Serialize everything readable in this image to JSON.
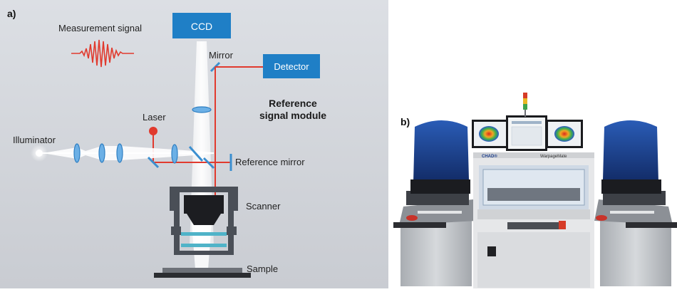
{
  "panel_a": {
    "label": "a)",
    "measurement_signal": "Measurement signal",
    "ccd": "CCD",
    "mirror": "Mirror",
    "detector": "Detector",
    "reference_module_line1": "Reference",
    "reference_module_line2": "signal module",
    "laser": "Laser",
    "illuminator": "Illuminator",
    "reference_mirror": "Reference mirror",
    "scanner": "Scanner",
    "sample": "Sample"
  },
  "panel_b": {
    "label": "b)",
    "brand": "CHAD®",
    "model": "WarpageMate"
  },
  "colors": {
    "panel_bg": "#e1e3e7",
    "box_blue": "#1f7fc6",
    "beam_red": "#e13a2e",
    "optic_blue": "#3b8fd0",
    "machine_blue": "#1c3f8c"
  }
}
